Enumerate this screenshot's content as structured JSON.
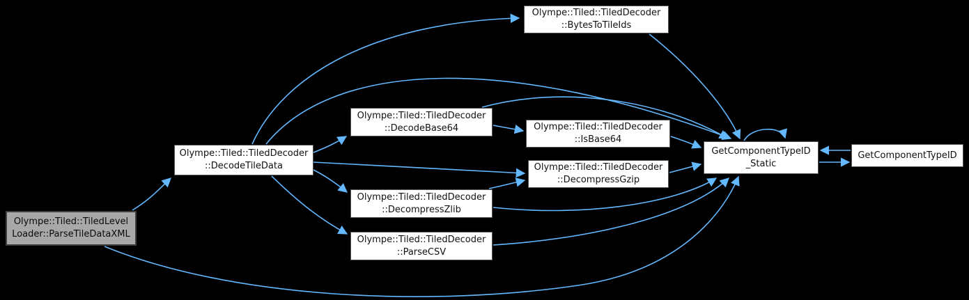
{
  "diagram": {
    "type": "call-graph",
    "background_color": "#000000",
    "edge_color": "#63b8ff",
    "node_fill": "#ffffff",
    "node_border_color": "#565656",
    "highlight_fill": "#a8a8a8",
    "nodes": [
      {
        "id": "parse-tile-data-xml",
        "label_lines": [
          "Olympe::Tiled::TiledLevel",
          "Loader::ParseTileDataXML"
        ],
        "highlighted": true
      },
      {
        "id": "decode-tile-data",
        "label_lines": [
          "Olympe::Tiled::TiledDecoder",
          "::DecodeTileData"
        ],
        "highlighted": false
      },
      {
        "id": "bytes-to-tile-ids",
        "label_lines": [
          "Olympe::Tiled::TiledDecoder",
          "::BytesToTileIds"
        ],
        "highlighted": false
      },
      {
        "id": "decode-base64",
        "label_lines": [
          "Olympe::Tiled::TiledDecoder",
          "::DecodeBase64"
        ],
        "highlighted": false
      },
      {
        "id": "is-base64",
        "label_lines": [
          "Olympe::Tiled::TiledDecoder",
          "::IsBase64"
        ],
        "highlighted": false
      },
      {
        "id": "decompress-gzip",
        "label_lines": [
          "Olympe::Tiled::TiledDecoder",
          "::DecompressGzip"
        ],
        "highlighted": false
      },
      {
        "id": "decompress-zlib",
        "label_lines": [
          "Olympe::Tiled::TiledDecoder",
          "::DecompressZlib"
        ],
        "highlighted": false
      },
      {
        "id": "parse-csv",
        "label_lines": [
          "Olympe::Tiled::TiledDecoder",
          "::ParseCSV"
        ],
        "highlighted": false
      },
      {
        "id": "get-component-type-id-static",
        "label_lines": [
          "GetComponentTypeID",
          "_Static"
        ],
        "highlighted": false
      },
      {
        "id": "get-component-type-id",
        "label_lines": [
          "GetComponentTypeID"
        ],
        "highlighted": false
      }
    ],
    "edges": [
      {
        "from": "parse-tile-data-xml",
        "to": "decode-tile-data"
      },
      {
        "from": "parse-tile-data-xml",
        "to": "get-component-type-id-static"
      },
      {
        "from": "decode-tile-data",
        "to": "bytes-to-tile-ids"
      },
      {
        "from": "decode-tile-data",
        "to": "decode-base64"
      },
      {
        "from": "decode-tile-data",
        "to": "decompress-gzip"
      },
      {
        "from": "decode-tile-data",
        "to": "decompress-zlib"
      },
      {
        "from": "decode-tile-data",
        "to": "parse-csv"
      },
      {
        "from": "decode-tile-data",
        "to": "get-component-type-id-static"
      },
      {
        "from": "bytes-to-tile-ids",
        "to": "get-component-type-id-static"
      },
      {
        "from": "decode-base64",
        "to": "is-base64"
      },
      {
        "from": "decode-base64",
        "to": "get-component-type-id-static"
      },
      {
        "from": "is-base64",
        "to": "get-component-type-id-static"
      },
      {
        "from": "decompress-gzip",
        "to": "get-component-type-id-static"
      },
      {
        "from": "decompress-zlib",
        "to": "decompress-gzip"
      },
      {
        "from": "decompress-zlib",
        "to": "get-component-type-id-static"
      },
      {
        "from": "parse-csv",
        "to": "get-component-type-id-static"
      },
      {
        "from": "get-component-type-id-static",
        "to": "get-component-type-id-static"
      },
      {
        "from": "get-component-type-id-static",
        "to": "get-component-type-id"
      },
      {
        "from": "get-component-type-id",
        "to": "get-component-type-id-static"
      }
    ]
  }
}
